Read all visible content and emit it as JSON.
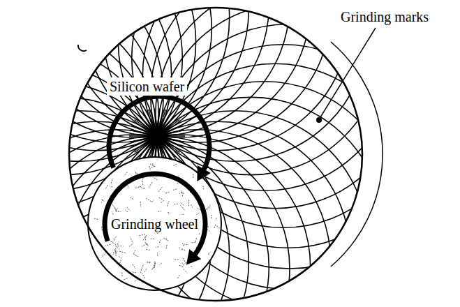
{
  "diagram": {
    "nodes": [
      {
        "text": [
          "Silicon wafer"
        ]
      },
      {
        "text": [
          "Grinding wheel"
        ],
        "in": 0
      }
    ],
    "labels": [
      "Grinding marks"
    ]
  }
}
